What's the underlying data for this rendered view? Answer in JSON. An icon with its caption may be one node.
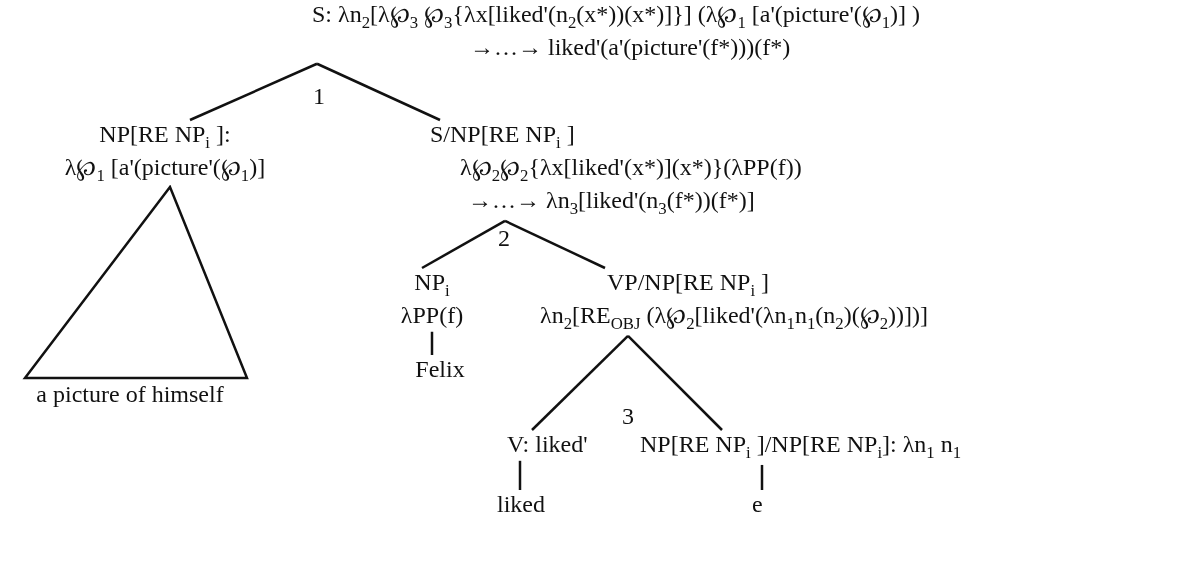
{
  "diagram": {
    "nodes": [
      {
        "text": [
          "S: λn$_{2}$[λ℘$_{3}$ ℘$_{3}${λx[liked'(n$_{2}$(x*))(x*)]}] (λ℘$_{1}$ [a'(picture'(℘$_{1}$)] )",
          "→…→ liked'(a'(picture'(f*)))(f*)"
        ]
      },
      {
        "text": [
          "NP[RE NP$_{i}$ ]:",
          "λ℘$_{1}$ [a'(picture'(℘$_{1}$)]"
        ]
      },
      {
        "text": [
          "S/NP[RE NP$_{i}$ ]",
          "λ℘$_{2}$℘$_{2}${λx[liked'(x*)](x*)}(λPP(f))",
          "→…→ λn$_{3}$[liked'(n$_{3}$(f*))(f*)]"
        ]
      },
      {
        "text": [
          "a picture of himself"
        ]
      },
      {
        "text": [
          "NP$_{i}$",
          "λPP(f)"
        ]
      },
      {
        "text": [
          "Felix"
        ]
      },
      {
        "text": [
          "VP/NP[RE NP$_{i}$ ]",
          "λn$_{2}$[RE$_{OBJ}$ (λ℘$_{2}$[liked'(λn$_{1}$n$_{1}$(n$_{2}$)(℘$_{2}$))])]"
        ]
      },
      {
        "text": [
          "V: liked'"
        ]
      },
      {
        "text": [
          "NP[RE NP$_{i}$ ]/NP[RE NP$_{i}$]: λn$_{1}$ n$_{1}$"
        ]
      },
      {
        "text": [
          "liked"
        ]
      },
      {
        "text": [
          "e"
        ]
      }
    ],
    "edges": [
      {
        "from": 0,
        "to": 1,
        "arrow": "none"
      },
      {
        "from": 0,
        "to": 2,
        "arrow": "none"
      },
      {
        "from": 2,
        "to": 4,
        "arrow": "none"
      },
      {
        "from": 2,
        "to": 6,
        "arrow": "none"
      },
      {
        "from": 4,
        "to": 5,
        "arrow": "none"
      },
      {
        "from": 6,
        "to": 7,
        "arrow": "none"
      },
      {
        "from": 6,
        "to": 8,
        "arrow": "none"
      },
      {
        "from": 7,
        "to": 9,
        "arrow": "none"
      },
      {
        "from": 8,
        "to": 10,
        "arrow": "none"
      }
    ],
    "labels": [
      "1",
      "2",
      "3"
    ]
  }
}
